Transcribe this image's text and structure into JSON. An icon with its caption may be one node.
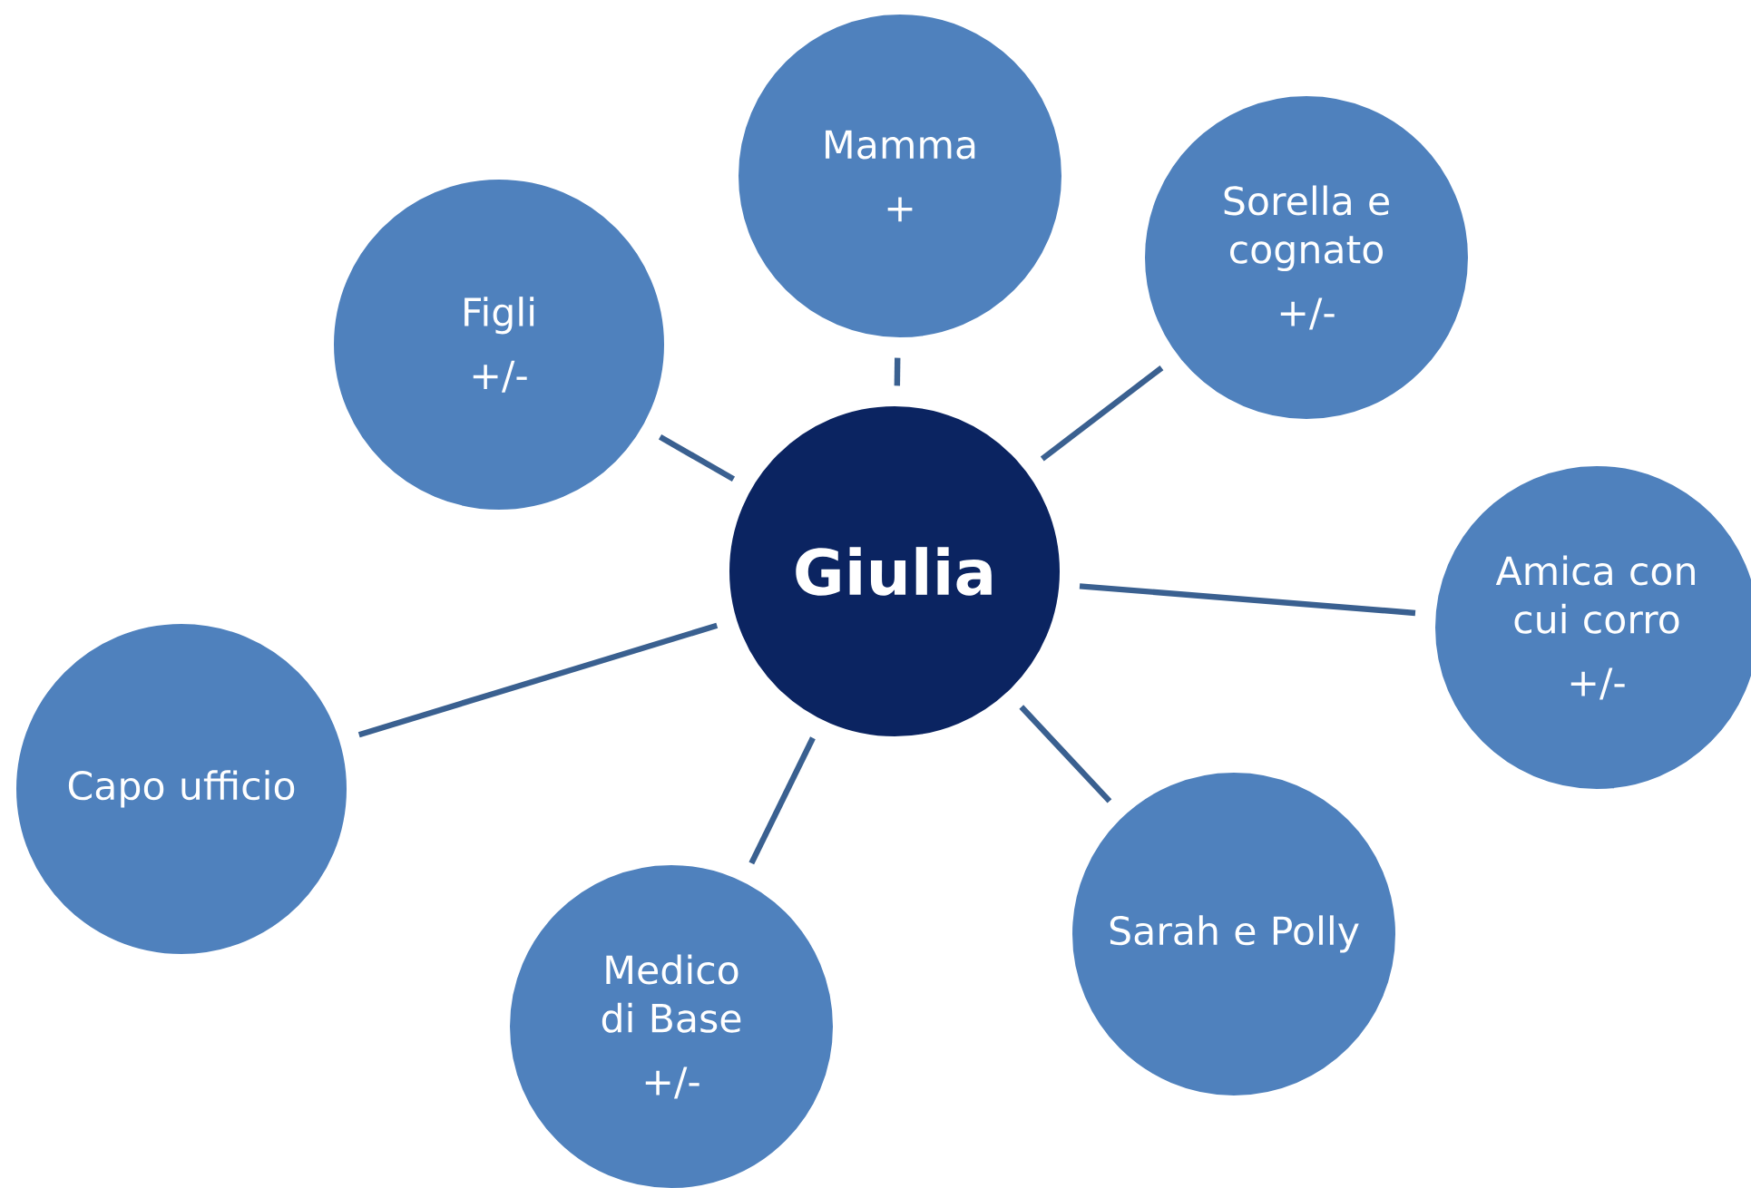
{
  "diagram": {
    "nodes": [
      {
        "text": [
          "Giulia"
        ]
      },
      {
        "text": [
          "Mamma",
          "+"
        ]
      },
      {
        "text": [
          "Sorella e cognato",
          "+/-"
        ]
      },
      {
        "text": [
          "Amica con cui corro",
          "+/-"
        ]
      },
      {
        "text": [
          "Sarah e Polly"
        ]
      },
      {
        "text": [
          "Medico di Base",
          "+/-"
        ]
      },
      {
        "text": [
          "Capo ufficio"
        ]
      },
      {
        "text": [
          "Figli",
          "+/-"
        ]
      }
    ],
    "edges": [
      {
        "from": 0,
        "to": 1,
        "arrow": "none"
      },
      {
        "from": 0,
        "to": 2,
        "arrow": "none"
      },
      {
        "from": 0,
        "to": 3,
        "arrow": "none"
      },
      {
        "from": 0,
        "to": 4,
        "arrow": "none"
      },
      {
        "from": 0,
        "to": 5,
        "arrow": "none"
      },
      {
        "from": 0,
        "to": 6,
        "arrow": "none"
      },
      {
        "from": 0,
        "to": 7,
        "arrow": "none"
      }
    ]
  }
}
